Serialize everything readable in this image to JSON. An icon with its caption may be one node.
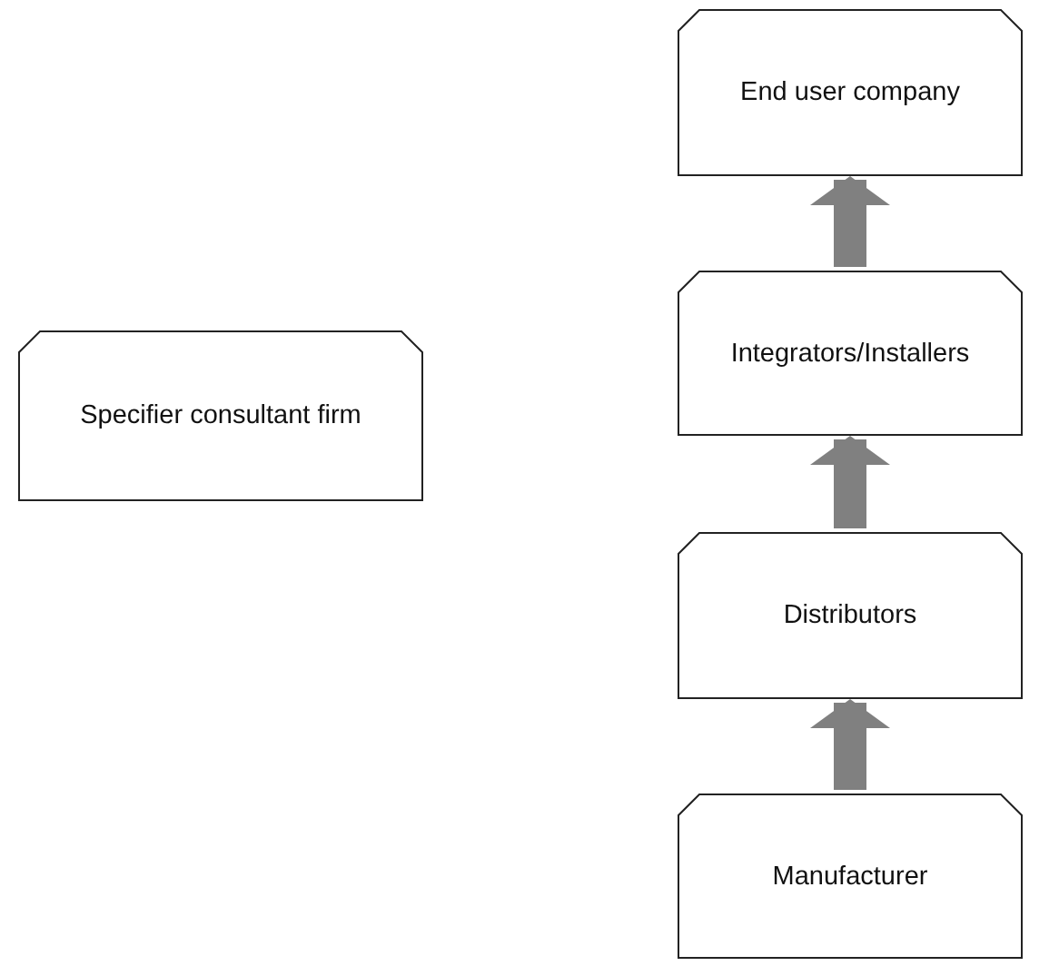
{
  "diagram": {
    "nodes": [
      {
        "text": [
          "End user company"
        ]
      },
      {
        "text": [
          "Integrators/Installers"
        ]
      },
      {
        "text": [
          "Specifier consultant firm"
        ]
      },
      {
        "text": [
          "Distributors"
        ]
      },
      {
        "text": [
          "Manufacturer"
        ]
      }
    ],
    "edges": [
      {
        "from": 4,
        "to": 3,
        "arrow": "to"
      },
      {
        "from": 3,
        "to": 1,
        "arrow": "to"
      },
      {
        "from": 1,
        "to": 0,
        "arrow": "to"
      }
    ]
  }
}
